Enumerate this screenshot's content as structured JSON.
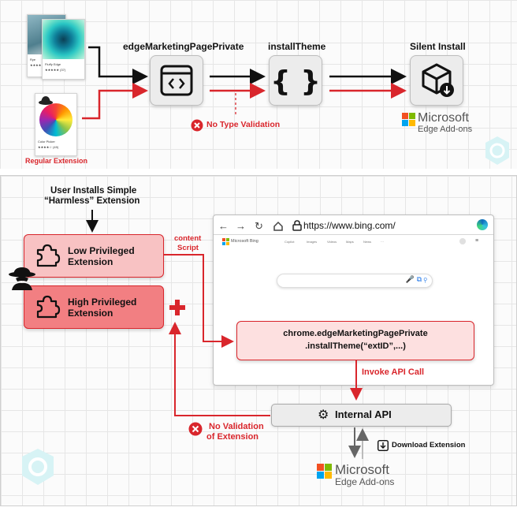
{
  "top": {
    "node1_label": "edgeMarketingPagePrivate",
    "node2_label": "installTheme",
    "node3_label": "Silent Install",
    "no_type_validation": "No Type Validation",
    "regular_extension": "Regular Extension",
    "microsoft": "Microsoft",
    "edge_addons": "Edge Add-ons",
    "card1_title": "Rye",
    "card2_title": "Fluffy Edge",
    "card2_rating": "★★★★★ (37)",
    "card1_rating": "★★★★ ☆",
    "card3_title": "Color Picker",
    "card3_rating": "★★★★☆ (49)"
  },
  "bottom": {
    "user_installs_line1": "User Installs Simple",
    "user_installs_line2": "“Harmless” Extension",
    "low_line1": "Low Privileged",
    "low_line2": "Extension",
    "high_line1": "High Privileged",
    "high_line2": "Extension",
    "content_line1": "content",
    "content_line2": "Script",
    "url": "https://www.bing.com/",
    "bing_logo_text": "Microsoft Bing",
    "bing_nav": [
      "Copilot",
      "Images",
      "Videos",
      "Maps",
      "News",
      "···"
    ],
    "api_call_line1": "chrome.edgeMarketingPagePrivate",
    "api_call_line2": ".installTheme(“extID”,...)",
    "invoke_api": "Invoke API Call",
    "internal_api": "Internal API",
    "no_validation_line1": "No Validation",
    "no_validation_line2": "of Extension",
    "download_extension": "Download Extension",
    "microsoft": "Microsoft",
    "edge_addons": "Edge Add-ons"
  },
  "colors": {
    "red": "#d9262c",
    "pink_fill": "#f8c2c3",
    "high_fill": "#f27f82",
    "api_fill": "#fde0e0",
    "box_grey": "#ececec"
  }
}
